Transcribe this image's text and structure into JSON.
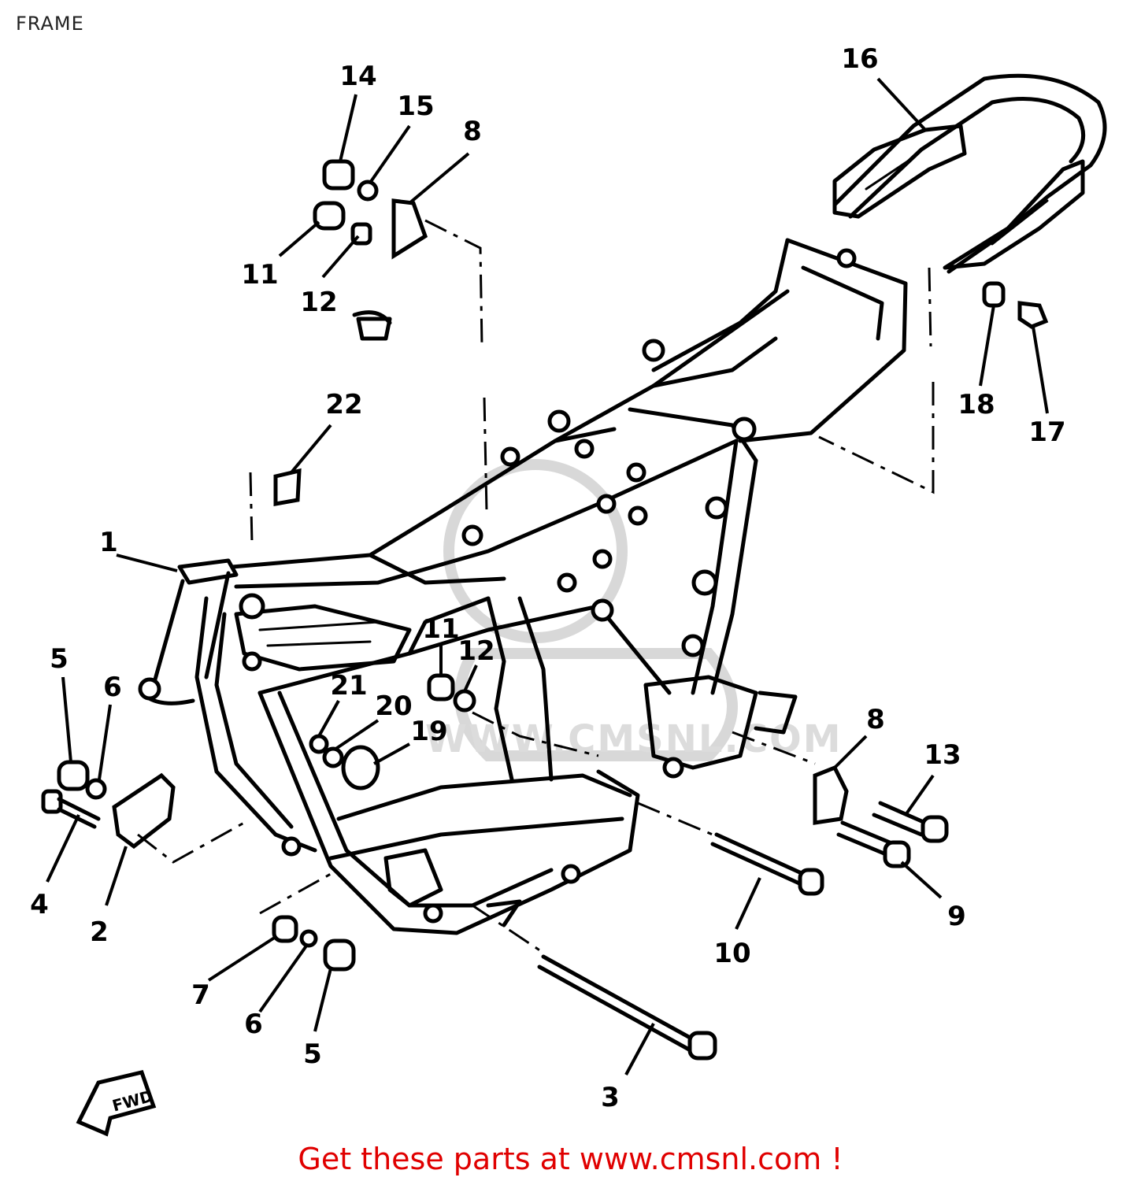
{
  "page": {
    "title": "FRAME"
  },
  "callouts": {
    "c14": "14",
    "c15": "15",
    "c8a": "8",
    "c11a": "11",
    "c12a": "12",
    "c16": "16",
    "c18": "18",
    "c17": "17",
    "c22": "22",
    "c1": "1",
    "c5a": "5",
    "c6a": "6",
    "c4": "4",
    "c2": "2",
    "c11b": "11",
    "c12b": "12",
    "c21": "21",
    "c20": "20",
    "c19": "19",
    "c8b": "8",
    "c13": "13",
    "c9": "9",
    "c10": "10",
    "c7": "7",
    "c6b": "6",
    "c5b": "5",
    "c3": "3"
  },
  "fwd_label": "FWD",
  "footer": {
    "link_text": "Get these parts at www.cmsnl.com !"
  }
}
